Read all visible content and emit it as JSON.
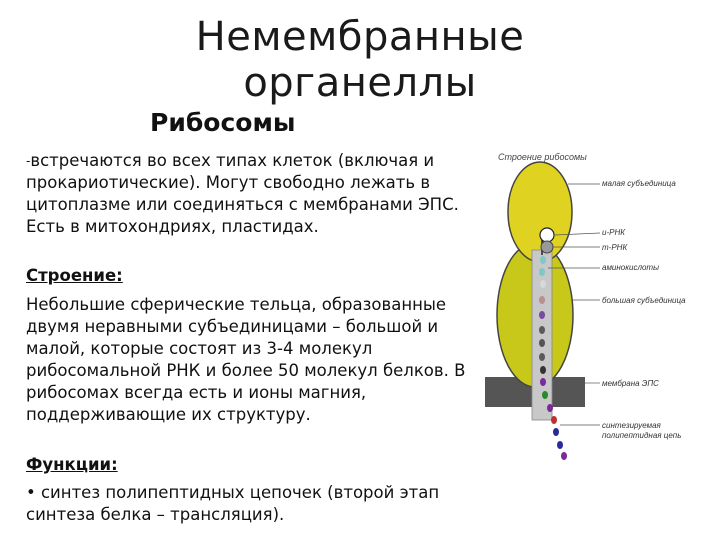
{
  "title": "Немембранные органеллы",
  "subtitle": "Рибосомы",
  "intro": {
    "bullet": "-",
    "text": "встречаются во всех типах клеток (включая и прокариотические). Могут свободно лежать в цитоплазме или соединяться с мембранами ЭПС. Есть в митохондриях, пластидах."
  },
  "structure": {
    "heading": "Строение:",
    "text": "Небольшие сферические тельца, образованные двумя неравными субъединицами – большой и малой, которые состоят из 3-4 молекул рибосомальной РНК и более 50 молекул белков. В рибосомах всегда есть и ионы магния, поддерживающие их структуру."
  },
  "functions": {
    "heading": "Функции:",
    "bullet": "•",
    "text": "синтез полипептидных цепочек (второй этап синтеза белка – трансляция)."
  },
  "diagram": {
    "title": "Строение рибосомы",
    "labels": [
      "малая субъединица",
      "и-РНК",
      "т-РНК",
      "аминокислоты",
      "большая субъединица",
      "мембрана ЭПС",
      "синтезируемая полипептидная цепь"
    ],
    "colors": {
      "subunit": "#c8c81a",
      "subunit_edge": "#444444",
      "membrane": "#555555",
      "channel": "#bdbdbd"
    }
  }
}
